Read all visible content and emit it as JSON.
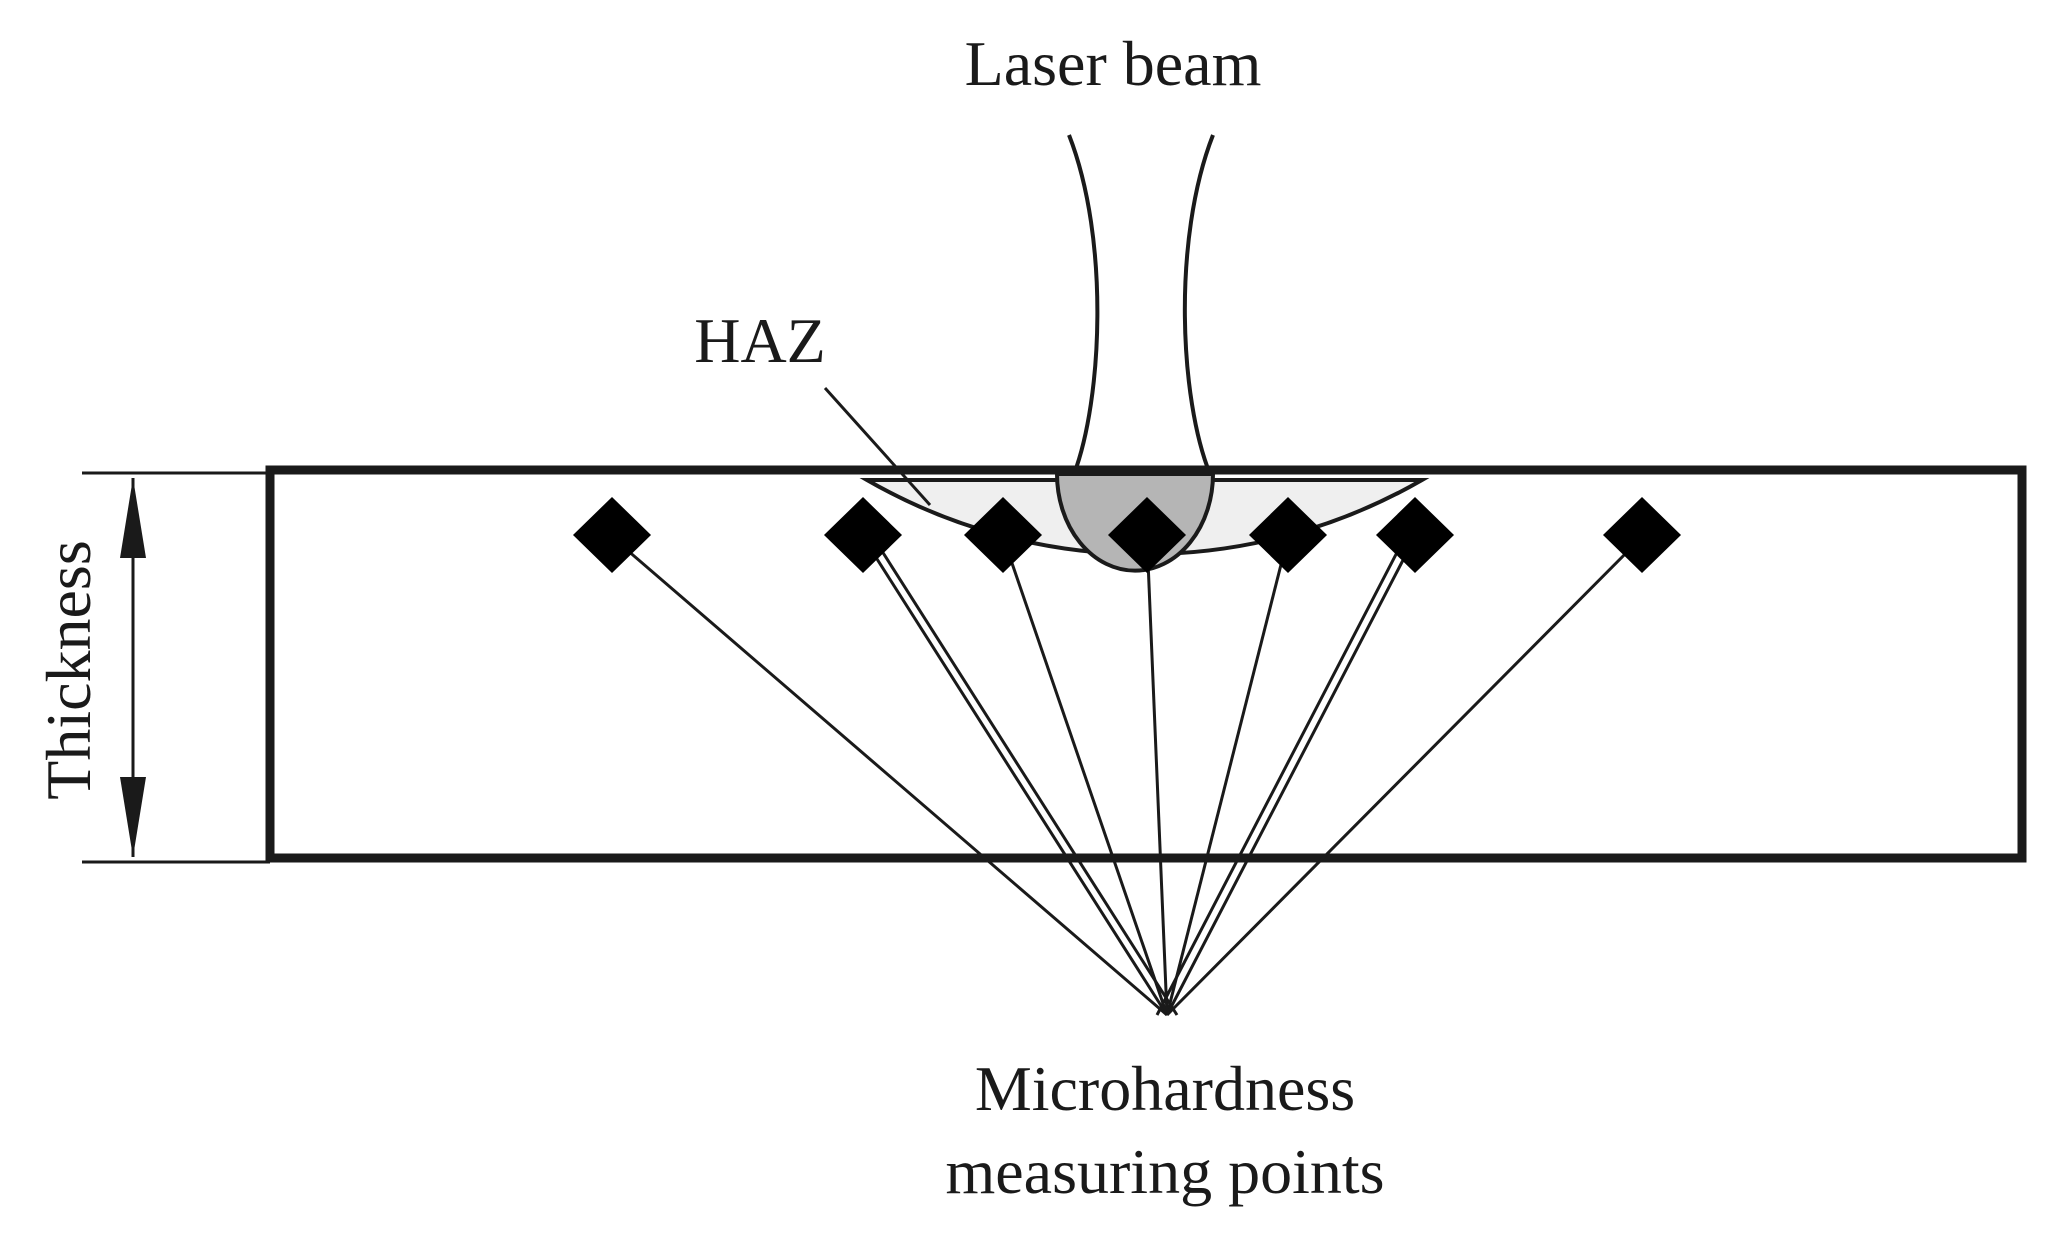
{
  "labels": {
    "laser_beam": "Laser beam",
    "haz": "HAZ",
    "thickness": "Thickness",
    "microhardness_line1": "Microhardness",
    "microhardness_line2": "measuring points"
  },
  "colors": {
    "background": "#ffffff",
    "ink": "#1a1a1a",
    "haz_fill": "#efefef",
    "melt_pool_fill": "#b5b5b5"
  }
}
